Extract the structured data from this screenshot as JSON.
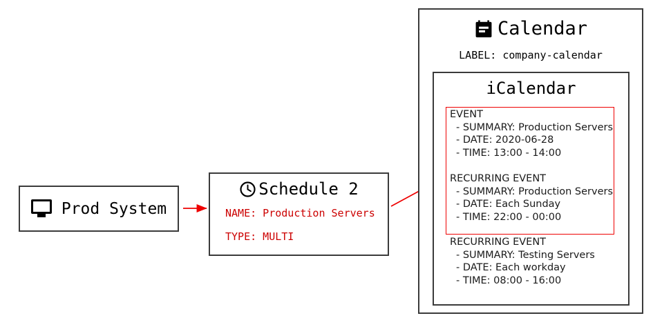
{
  "nodes": {
    "prod_system": {
      "label": "Prod System",
      "icon": "monitor-icon"
    },
    "schedule": {
      "title": "Schedule 2",
      "icon": "clock-icon",
      "properties": [
        {
          "text": "NAME: Production Servers"
        },
        {
          "text": "TYPE: MULTI"
        }
      ],
      "accent_color": "#cc0000"
    },
    "calendar": {
      "title": "Calendar",
      "icon": "calendar-icon",
      "label": "LABEL: company-calendar"
    },
    "icalendar": {
      "title": "iCalendar",
      "highlight_color": "#ee0000",
      "events": [
        {
          "heading": "EVENT",
          "lines": [
            "- SUMMARY: Production Servers",
            "- DATE: 2020-06-28",
            "- TIME: 13:00 - 14:00"
          ]
        },
        {
          "heading": "RECURRING EVENT",
          "lines": [
            "- SUMMARY: Production Servers",
            "- DATE: Each Sunday",
            "- TIME: 22:00 - 00:00"
          ]
        },
        {
          "heading": "RECURRING EVENT",
          "lines": [
            "- SUMMARY: Testing Servers",
            "- DATE: Each workday",
            "- TIME: 08:00 - 16:00"
          ]
        }
      ]
    }
  },
  "connectors": [
    {
      "name": "prod-system-to-schedule",
      "color": "#ee0000"
    },
    {
      "name": "schedule-to-icalendar",
      "color": "#ee0000"
    }
  ]
}
